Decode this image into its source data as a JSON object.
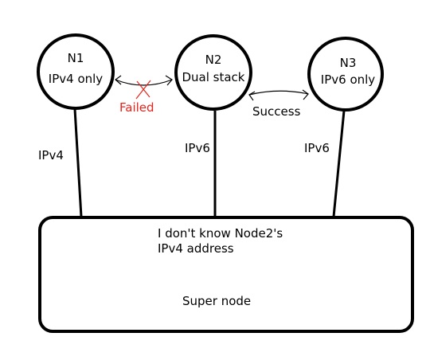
{
  "nodes": [
    {
      "id": "N1",
      "type": "IPv4 only"
    },
    {
      "id": "N2",
      "type": "Dual stack"
    },
    {
      "id": "N3",
      "type": "IPv6 only"
    }
  ],
  "links": {
    "n1_n2": {
      "status": "Failed",
      "color": "#e8231c"
    },
    "n2_n3": {
      "status": "Success"
    }
  },
  "uplinks": {
    "n1": "IPv4",
    "n2": "IPv6",
    "n3": "IPv6"
  },
  "super_node": {
    "note_line1": "I don't know Node2's",
    "note_line2": "IPv4 address",
    "label": "Super node"
  },
  "colors": {
    "stroke": "#000000",
    "failed": "#e8231c"
  }
}
